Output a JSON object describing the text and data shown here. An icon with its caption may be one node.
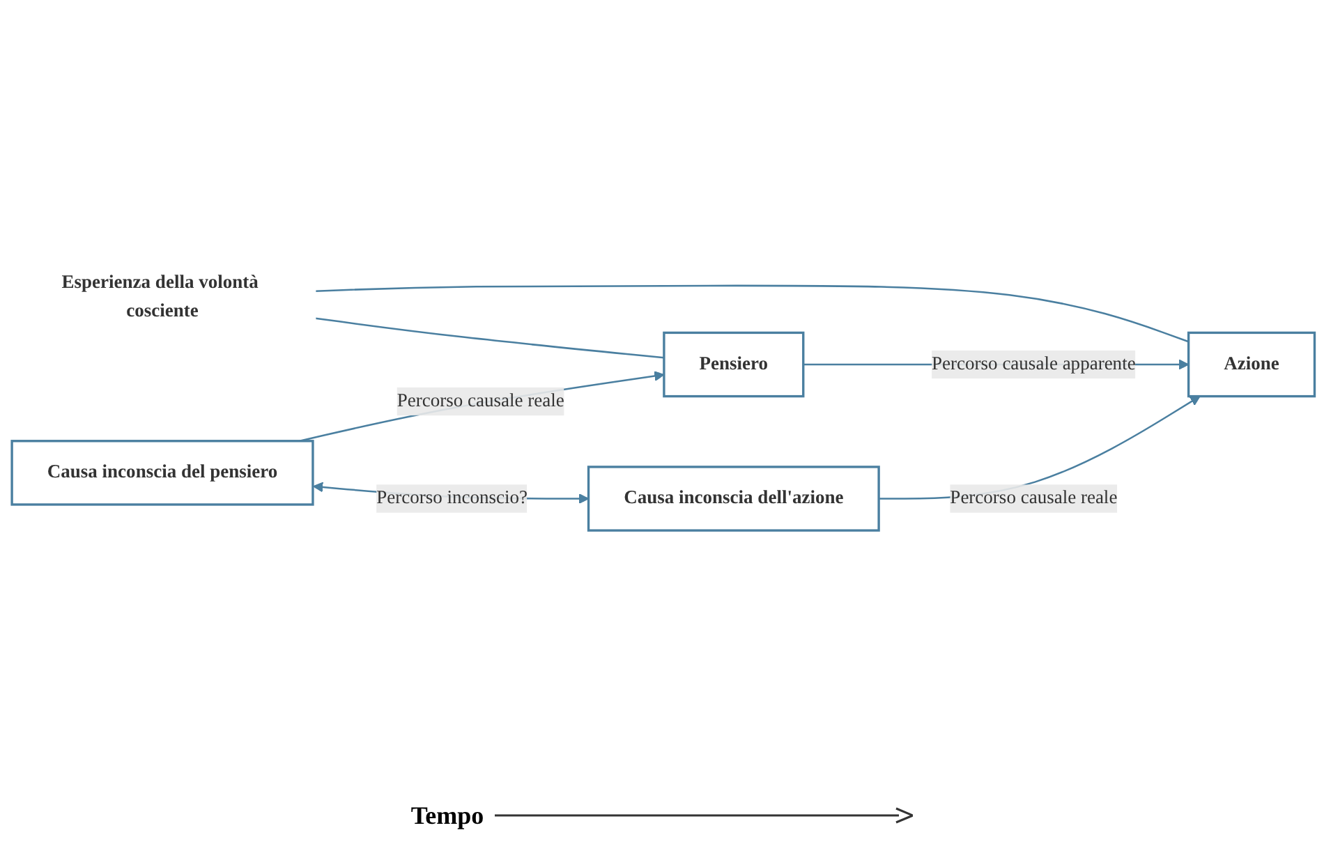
{
  "diagram": {
    "nodes": [
      {
        "text": [
          "Esperienza della volontà cosciente"
        ]
      },
      {
        "text": [
          "Pensiero"
        ]
      },
      {
        "text": [
          "Azione"
        ]
      },
      {
        "text": [
          "Causa inconscia del pensiero"
        ]
      },
      {
        "text": [
          "Causa inconscia dell'azione"
        ]
      }
    ],
    "edges": [
      {
        "from": 0,
        "to": 1,
        "arrow": "none"
      },
      {
        "from": 0,
        "to": 2,
        "arrow": "none"
      },
      {
        "from": 3,
        "to": 1,
        "arrow": "to",
        "label": "Percorso causale reale"
      },
      {
        "from": 1,
        "to": 2,
        "arrow": "to",
        "label": "Percorso causale apparente"
      },
      {
        "from": 4,
        "to": 2,
        "arrow": "to",
        "label": "Percorso causale reale"
      },
      {
        "from": 3,
        "to": 4,
        "arrow": "both",
        "label": "Percorso inconscio?"
      }
    ],
    "labels": [
      "Tempo"
    ]
  }
}
